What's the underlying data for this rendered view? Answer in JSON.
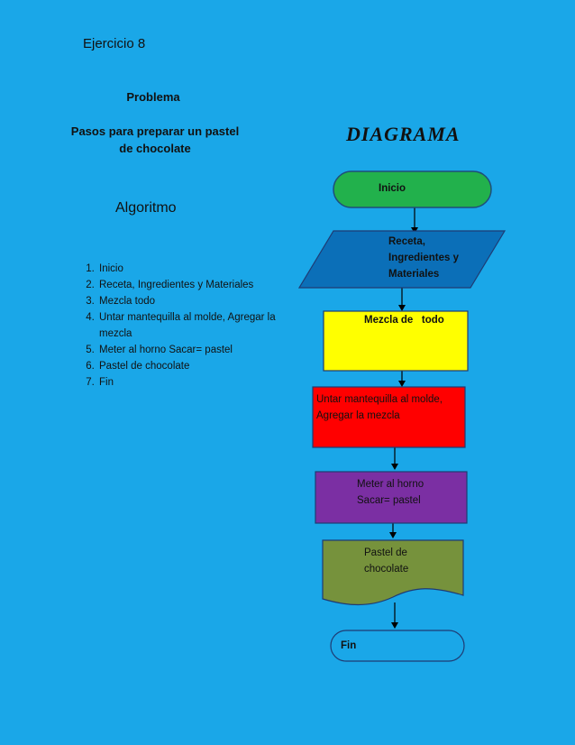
{
  "header": {
    "exercise": "Ejercicio 8",
    "problem_heading": "Problema",
    "problem_text_line1": "Pasos para preparar un pastel",
    "problem_text_line2": "de chocolate",
    "diagram_title": "DIAGRAMA",
    "algorithm_heading": "Algoritmo"
  },
  "algorithm": {
    "steps": [
      "Inicio",
      "Receta, Ingredientes y Materiales",
      "Mezcla  todo",
      "Untar mantequilla al molde, Agregar la mezcla",
      "Meter al horno Sacar= pastel",
      "Pastel de chocolate",
      "Fin"
    ]
  },
  "flowchart": {
    "nodes": [
      {
        "id": "inicio",
        "shape": "terminator",
        "color": "#22b14c",
        "lines": [
          "Inicio"
        ]
      },
      {
        "id": "receta",
        "shape": "parallelogram",
        "color": "#0b6fb8",
        "lines": [
          "Receta,",
          "Ingredientes y",
          "Materiales"
        ]
      },
      {
        "id": "mezcla",
        "shape": "process",
        "color": "#ffff00",
        "lines": [
          "Mezcla de   todo"
        ]
      },
      {
        "id": "untar",
        "shape": "process",
        "color": "#ff0000",
        "lines": [
          "Untar mantequilla al molde,",
          "Agregar la mezcla"
        ]
      },
      {
        "id": "horno",
        "shape": "process",
        "color": "#7b2fa3",
        "lines": [
          "Meter al horno",
          "Sacar= pastel"
        ]
      },
      {
        "id": "pastel",
        "shape": "document",
        "color": "#76923c",
        "lines": [
          "Pastel de",
          "chocolate"
        ]
      },
      {
        "id": "fin",
        "shape": "terminator",
        "color": "#1aa7e8",
        "lines": [
          "Fin"
        ]
      }
    ]
  }
}
